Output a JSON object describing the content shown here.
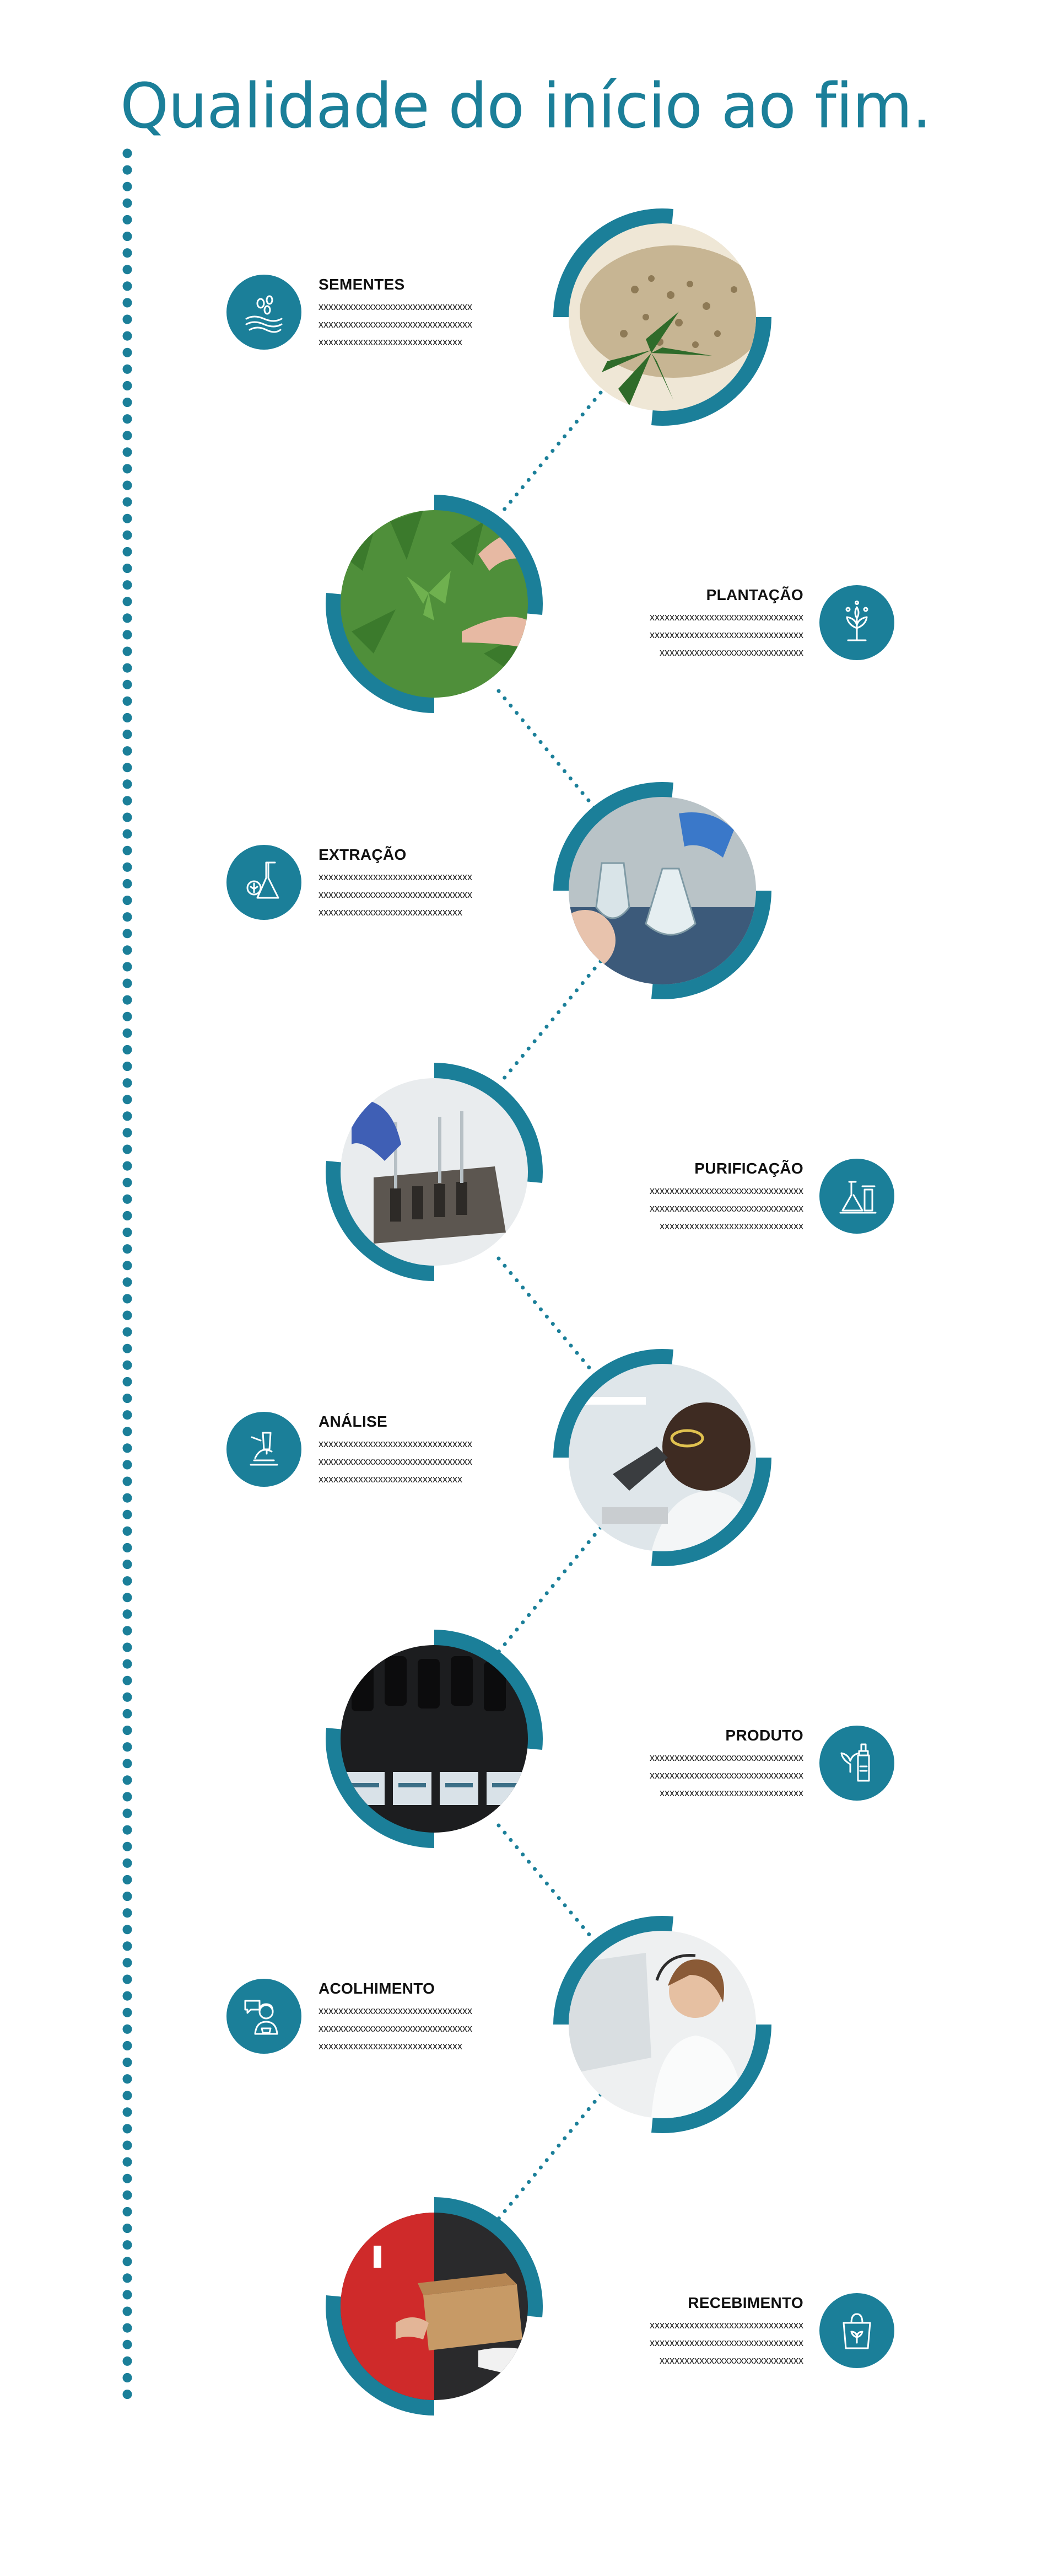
{
  "title": "Qualidade do início ao fim.",
  "colors": {
    "accent": "#1b7f99",
    "text": "#111111",
    "background": "#ffffff"
  },
  "steps": [
    {
      "title": "SEMENTES",
      "icon": "seeds-icon",
      "lines": [
        "xxxxxxxxxxxxxxxxxxxxxxxxxxxxxxx",
        "xxxxxxxxxxxxxxxxxxxxxxxxxxxxxxx",
        "xxxxxxxxxxxxxxxxxxxxxxxxxxxxx"
      ]
    },
    {
      "title": "PLANTAÇÃO",
      "icon": "sprout-icon",
      "lines": [
        "xxxxxxxxxxxxxxxxxxxxxxxxxxxxxxx",
        "xxxxxxxxxxxxxxxxxxxxxxxxxxxxxxx",
        "xxxxxxxxxxxxxxxxxxxxxxxxxxxxx"
      ]
    },
    {
      "title": "EXTRAÇÃO",
      "icon": "extraction-flask-icon",
      "lines": [
        "xxxxxxxxxxxxxxxxxxxxxxxxxxxxxxx",
        "xxxxxxxxxxxxxxxxxxxxxxxxxxxxxxx",
        "xxxxxxxxxxxxxxxxxxxxxxxxxxxxx"
      ]
    },
    {
      "title": "PURIFICAÇÃO",
      "icon": "lab-flasks-icon",
      "lines": [
        "xxxxxxxxxxxxxxxxxxxxxxxxxxxxxxx",
        "xxxxxxxxxxxxxxxxxxxxxxxxxxxxxxx",
        "xxxxxxxxxxxxxxxxxxxxxxxxxxxxx"
      ]
    },
    {
      "title": "ANÁLISE",
      "icon": "microscope-icon",
      "lines": [
        "xxxxxxxxxxxxxxxxxxxxxxxxxxxxxxx",
        "xxxxxxxxxxxxxxxxxxxxxxxxxxxxxxx",
        "xxxxxxxxxxxxxxxxxxxxxxxxxxxxx"
      ]
    },
    {
      "title": "PRODUTO",
      "icon": "dropper-bottle-icon",
      "lines": [
        "xxxxxxxxxxxxxxxxxxxxxxxxxxxxxxx",
        "xxxxxxxxxxxxxxxxxxxxxxxxxxxxxxx",
        "xxxxxxxxxxxxxxxxxxxxxxxxxxxxx"
      ]
    },
    {
      "title": "ACOLHIMENTO",
      "icon": "support-agent-icon",
      "lines": [
        "xxxxxxxxxxxxxxxxxxxxxxxxxxxxxxx",
        "xxxxxxxxxxxxxxxxxxxxxxxxxxxxxxx",
        "xxxxxxxxxxxxxxxxxxxxxxxxxxxxx"
      ]
    },
    {
      "title": "RECEBIMENTO",
      "icon": "shopping-bag-icon",
      "lines": [
        "xxxxxxxxxxxxxxxxxxxxxxxxxxxxxxx",
        "xxxxxxxxxxxxxxxxxxxxxxxxxxxxxxx",
        "xxxxxxxxxxxxxxxxxxxxxxxxxxxxx"
      ]
    }
  ]
}
